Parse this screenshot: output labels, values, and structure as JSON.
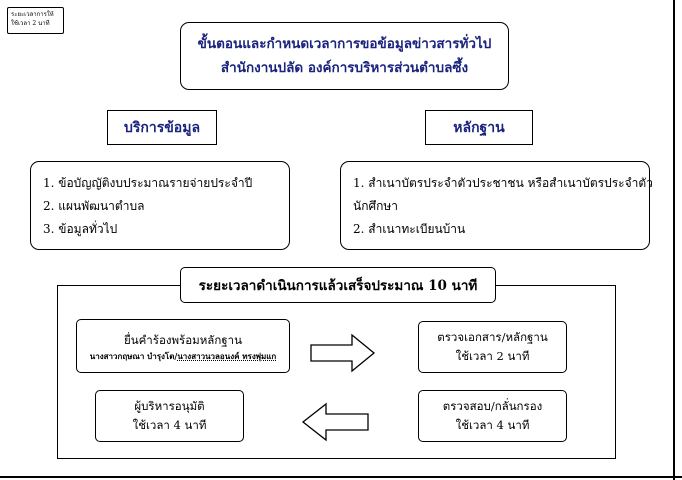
{
  "stamp": {
    "line1": "ระยะเวลาการให้",
    "line2": "ใช้เวลา 2 นาที"
  },
  "title": {
    "line1": "ขั้นตอนและกำหนดเวลาการขอข้อมูลข่าวสารทั่วไป",
    "line2": "สำนักงานปลัด องค์การบริหารส่วนตำบลซึ้ง"
  },
  "service": {
    "heading": "บริการข้อมูล",
    "items": [
      "1. ข้อบัญญัติงบประมาณรายจ่ายประจำปี",
      "2. แผนพัฒนาตำบล",
      "3. ข้อมูลทั่วไป"
    ]
  },
  "evidence": {
    "heading": "หลักฐาน",
    "items": [
      "1. สำเนาบัตรประจำตัวประชาชน หรือสำเนาบัตรประจำตัว",
      "นักศึกษา",
      "2. สำเนาทะเบียนบ้าน"
    ]
  },
  "process": {
    "duration": "ระยะเวลาดำเนินการแล้วเสร็จประมาณ 10 นาที",
    "step1": {
      "label": "ยื่นคำร้องพร้อมหลักฐาน",
      "officer_prefix": "นางสาวกฤษณา  บำรุงโต/",
      "officer_name": "นางสาวนวลอนงค์  ทรงพุ่มแก"
    },
    "step2": {
      "label": "ตรวจเอกสาร/หลักฐาน",
      "time": "ใช้เวลา 2 นาที"
    },
    "step3": {
      "label": "ตรวจสอบ/กลั่นกรอง",
      "time": "ใช้เวลา 4 นาที"
    },
    "step4": {
      "label": "ผู้บริหารอนุมัติ",
      "time": "ใช้เวลา 4 นาที"
    }
  }
}
